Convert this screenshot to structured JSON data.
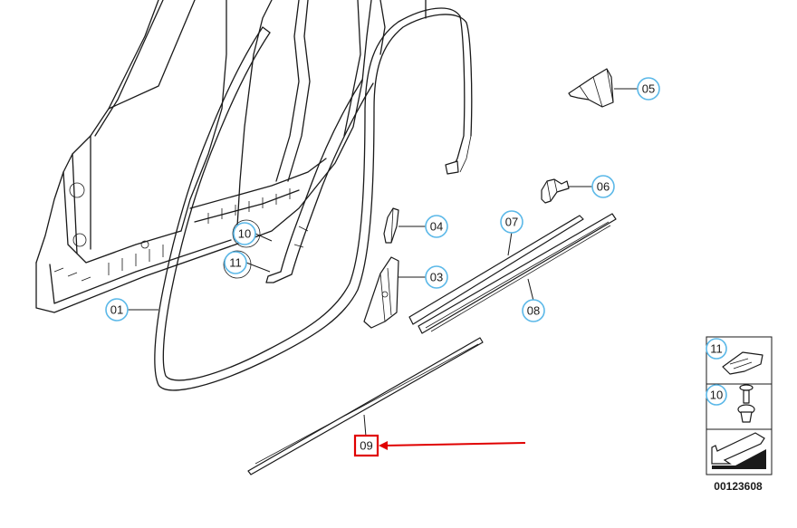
{
  "accent_color": "#5bb8e8",
  "highlight_color": "#e00000",
  "callouts": [
    {
      "label": "01"
    },
    {
      "label": "03"
    },
    {
      "label": "04"
    },
    {
      "label": "05"
    },
    {
      "label": "06"
    },
    {
      "label": "07"
    },
    {
      "label": "08"
    },
    {
      "label": "10"
    },
    {
      "label": "11"
    }
  ],
  "highlighted_part": {
    "label": "09"
  },
  "legend": {
    "items": [
      {
        "label": "11"
      },
      {
        "label": "10"
      }
    ],
    "catalog_number": "00123608"
  }
}
